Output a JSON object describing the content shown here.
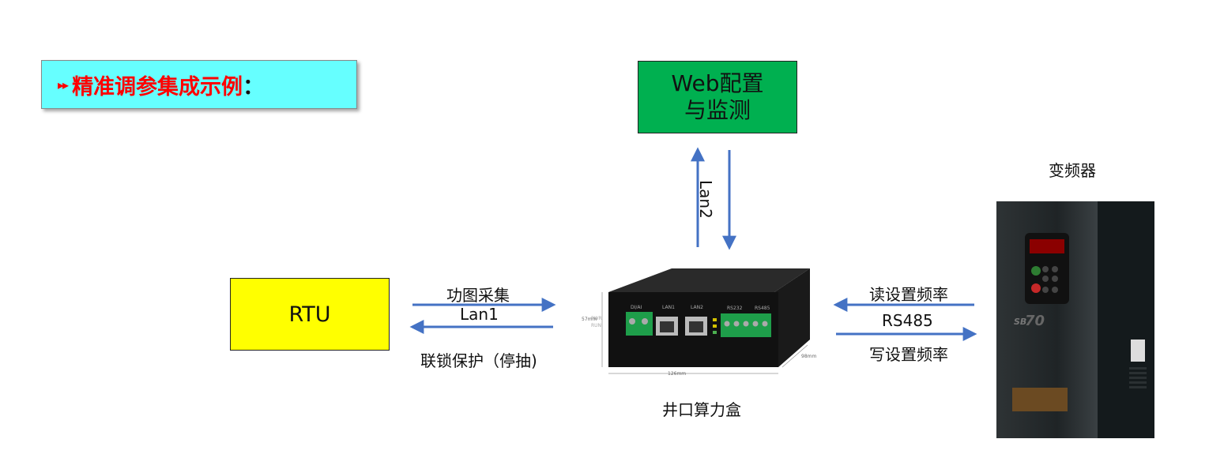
{
  "title": {
    "mark": "▸▸",
    "text": "精准调参集成示例",
    "colon": "："
  },
  "web_box": {
    "line1": "Web配置",
    "line2": "与监测"
  },
  "lan2_label": "Lan2",
  "rtu_box": {
    "label": "RTU"
  },
  "left_link": {
    "top_label": "功图采集",
    "mid_label": "Lan1",
    "bottom_label": "联锁保护（停抽)"
  },
  "right_link": {
    "top_label": "读设置频率",
    "mid_label": "RS485",
    "bottom_label": "写设置频率"
  },
  "device": {
    "caption": "井口算力盒",
    "port_labels": [
      "PWR",
      "RUN",
      "DI/AI",
      "LAN1",
      "LAN2",
      "RS232",
      "RS485"
    ],
    "dim_height": "57mm",
    "dim_width": "126mm",
    "dim_depth": "98mm"
  },
  "vfd": {
    "caption": "变频器",
    "brand": "SB",
    "model": "70"
  },
  "colors": {
    "title_bg": "#66ffff",
    "title_text": "#ff0000",
    "web_bg": "#00b050",
    "rtu_bg": "#ffff00",
    "arrow": "#4472c4"
  },
  "icons": [
    "arrow-right",
    "arrow-left",
    "arrow-up",
    "arrow-down"
  ]
}
